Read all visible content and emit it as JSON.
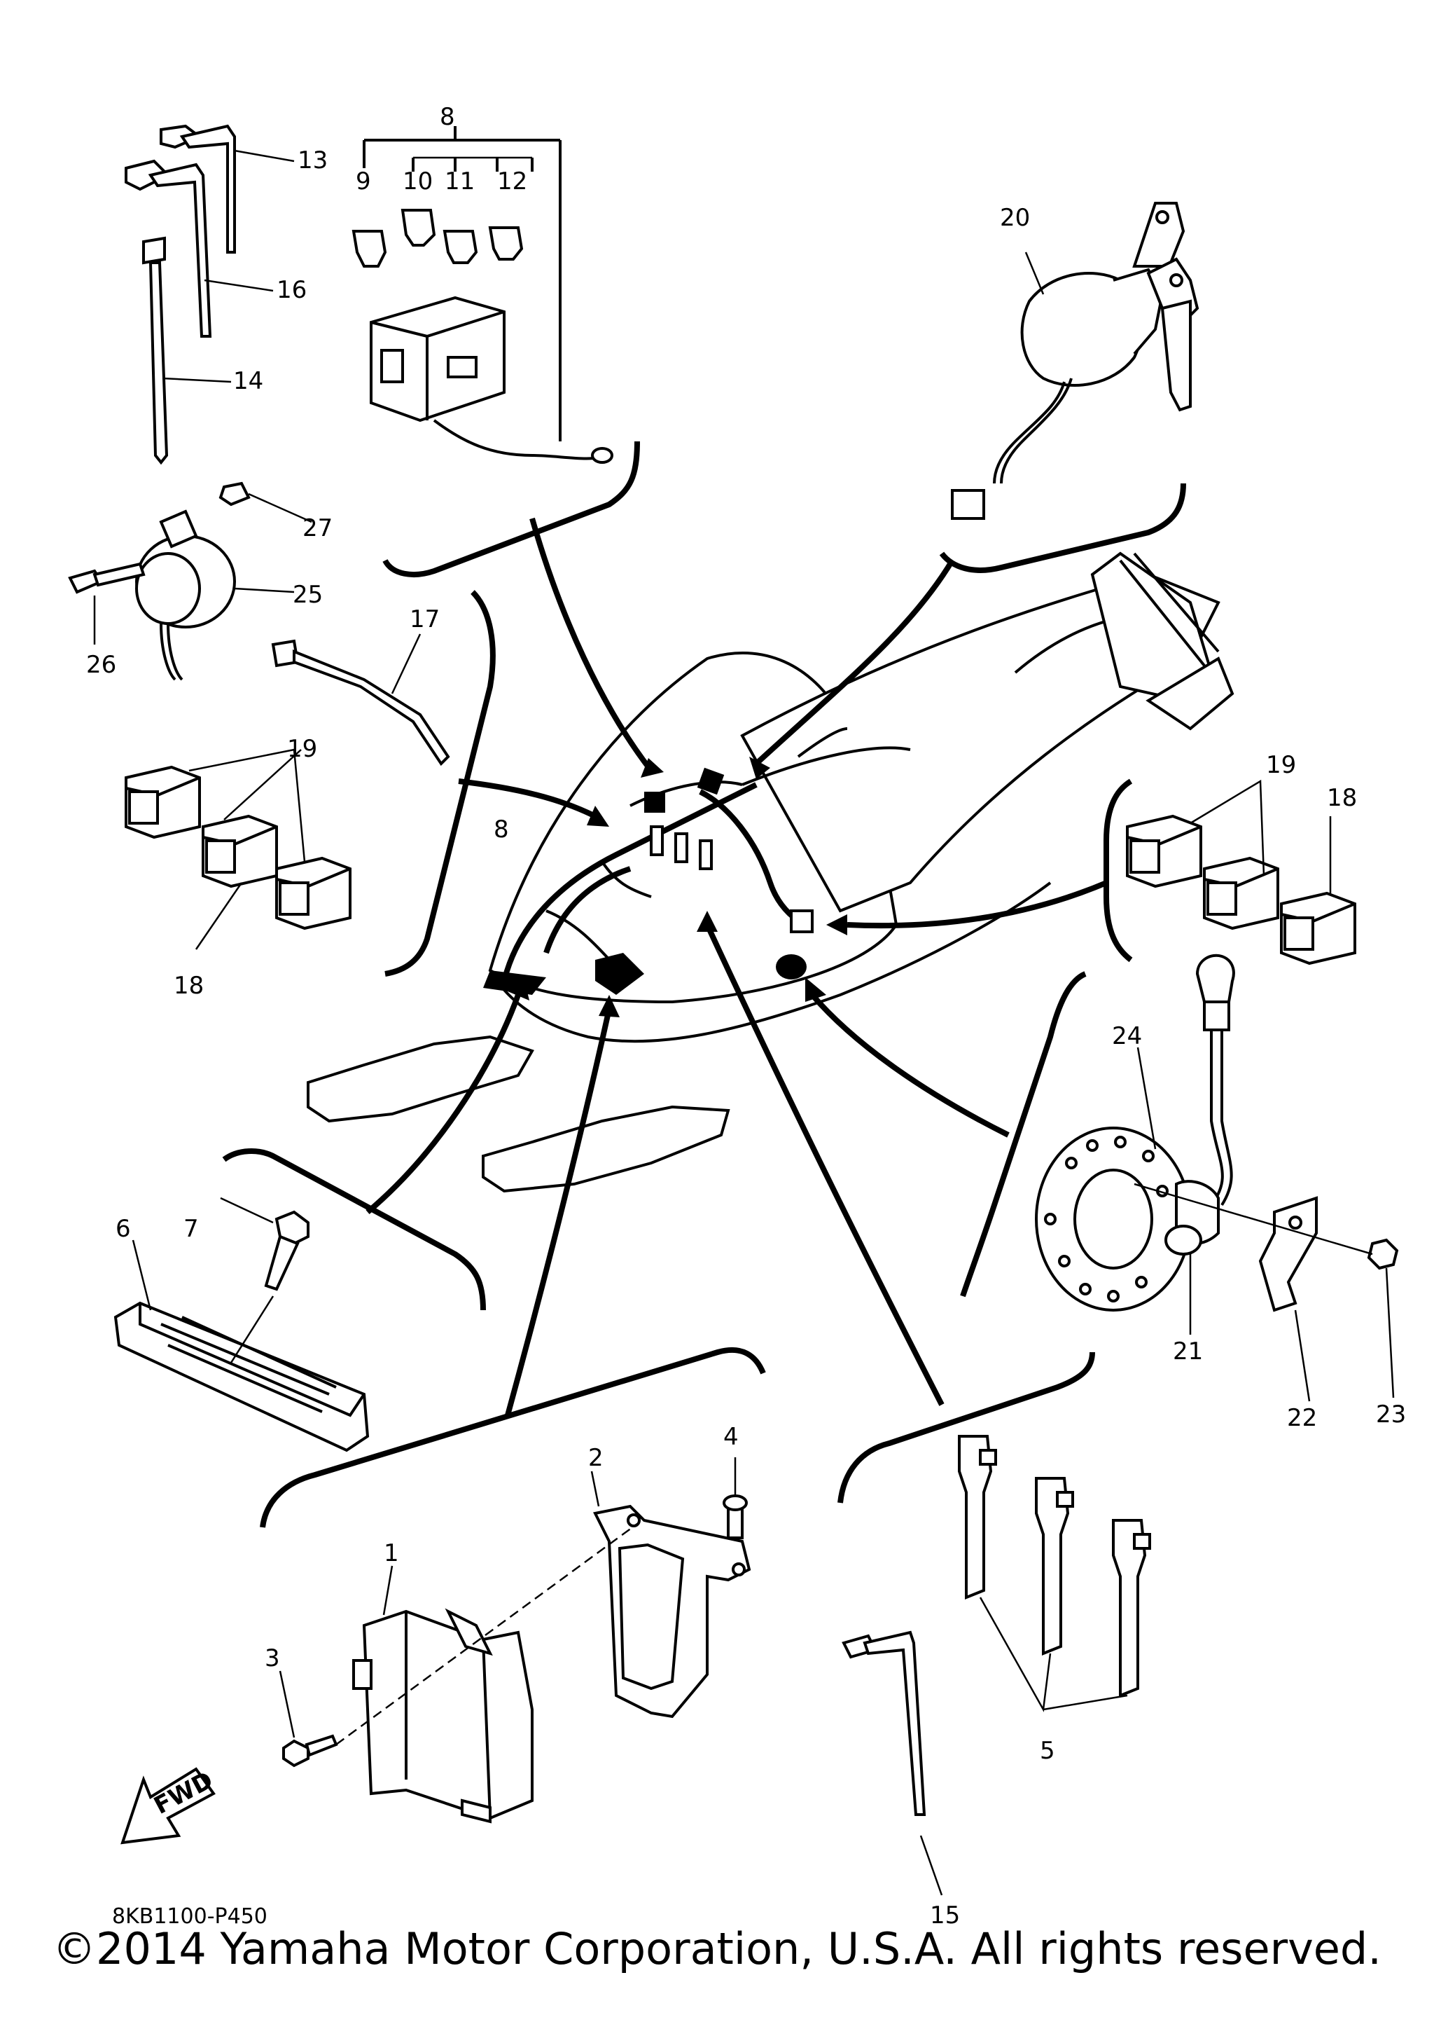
{
  "callouts": {
    "1": "1",
    "2": "2",
    "3": "3",
    "4": "4",
    "5": "5",
    "6": "6",
    "7": "7",
    "8": "8",
    "9": "9",
    "10": "10",
    "11": "11",
    "12": "12",
    "13": "13",
    "14": "14",
    "15": "15",
    "16": "16",
    "17": "17",
    "18": "18",
    "19": "19",
    "20": "20",
    "21": "21",
    "22": "22",
    "23": "23",
    "24": "24",
    "25": "25",
    "26": "26",
    "27": "27"
  },
  "drawing_code": "8KB1100-P450",
  "fwd_label": "FWD",
  "copyright": "©2014 Yamaha Motor Corporation, U.S.A. All rights reserved."
}
